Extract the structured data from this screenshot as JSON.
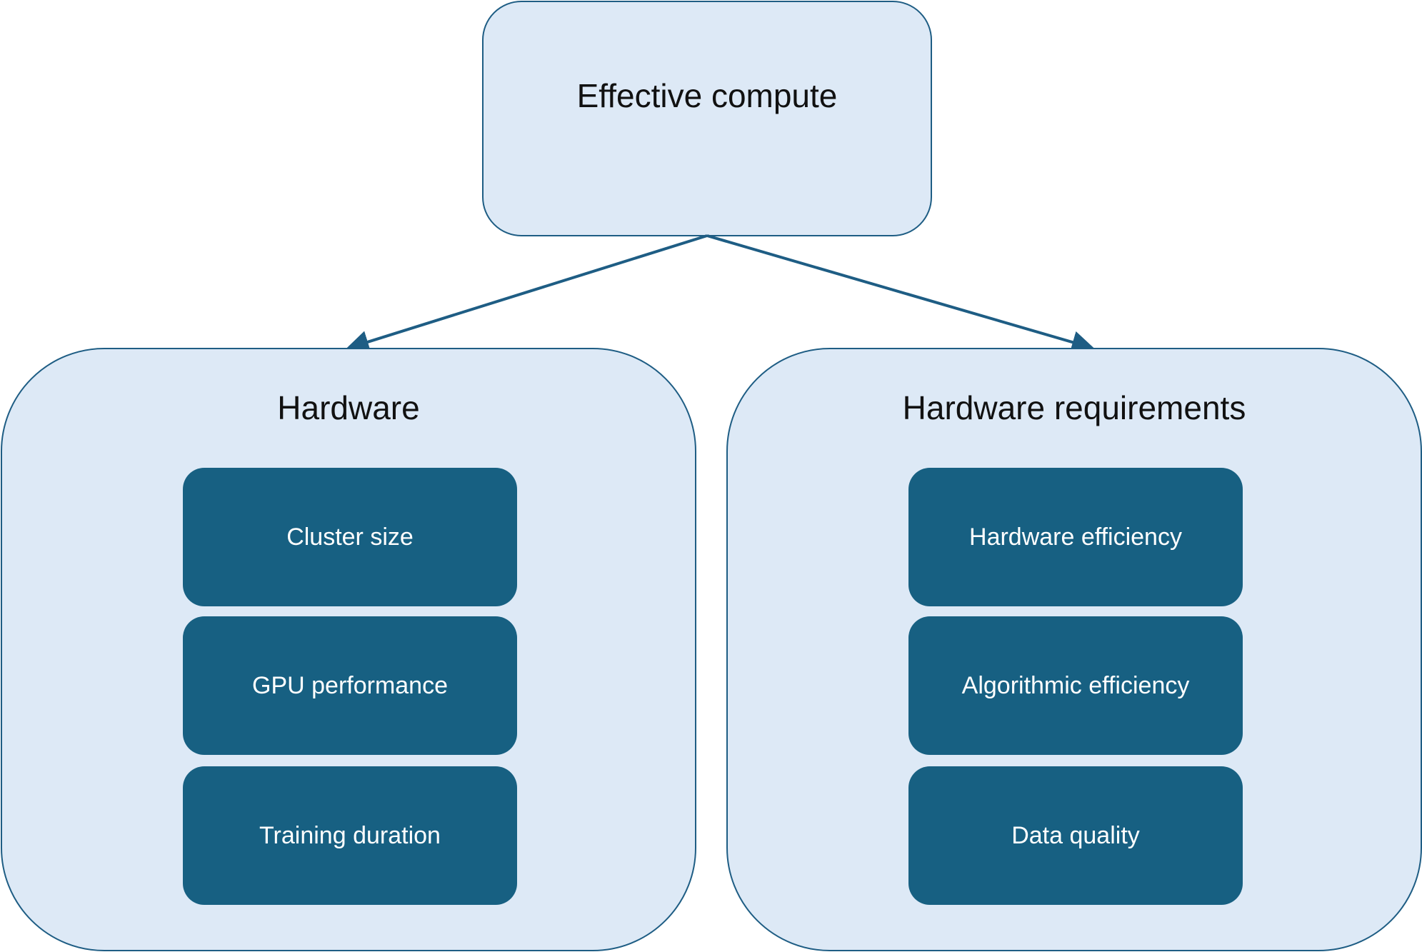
{
  "root": {
    "label": "Effective compute"
  },
  "groups": [
    {
      "title": "Hardware",
      "items": [
        "Cluster size",
        "GPU performance",
        "Training duration"
      ]
    },
    {
      "title": "Hardware requirements",
      "items": [
        "Hardware efficiency",
        "Algorithmic efficiency",
        "Data quality"
      ]
    }
  ],
  "colors": {
    "box_fill": "#dde9f6",
    "box_border": "#1e5d84",
    "item_fill": "#176082",
    "arrow": "#1e5d84"
  }
}
